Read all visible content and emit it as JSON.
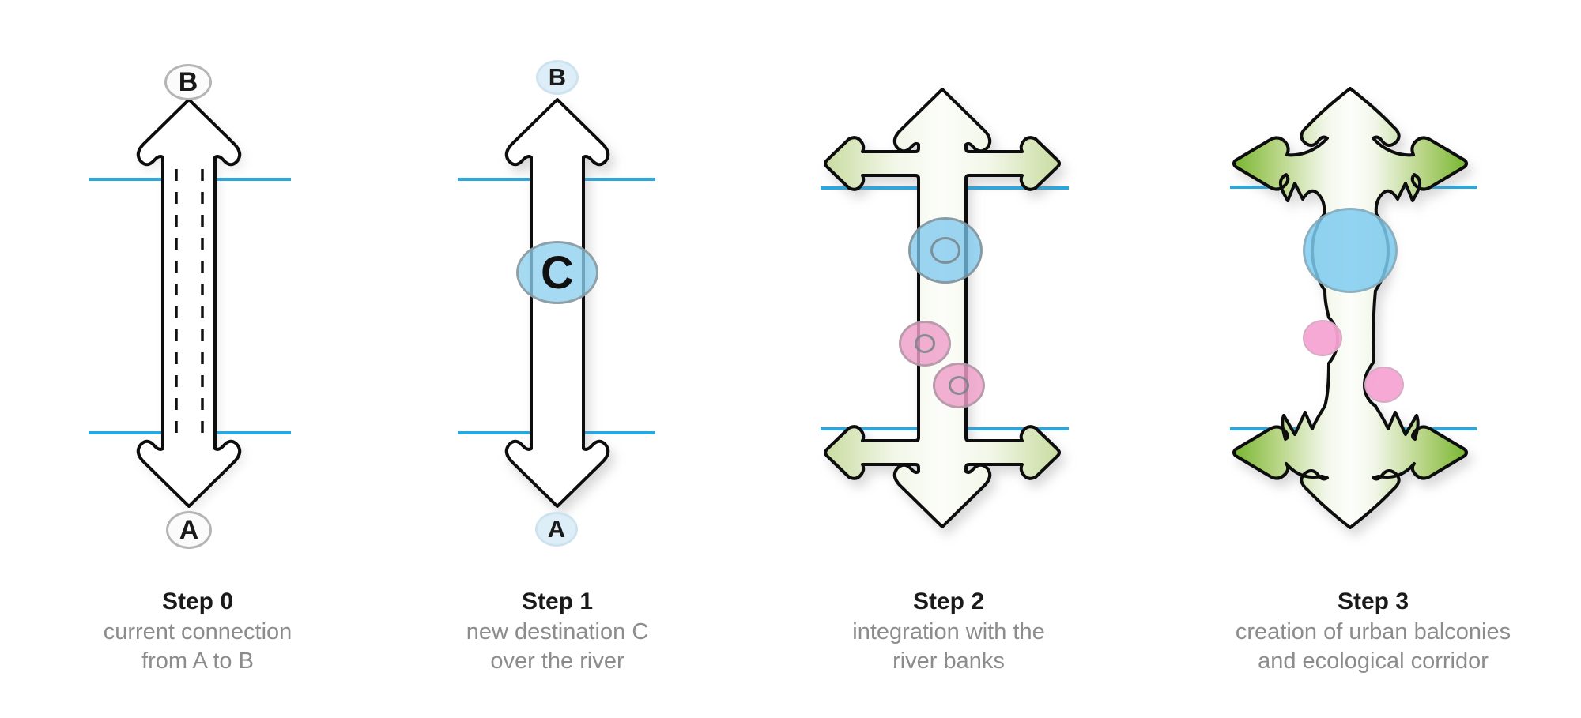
{
  "colors": {
    "river": "#29a8e0",
    "outline": "#0d0d0d",
    "panel3_green_tip": "#c8db9f",
    "panel4_green_tip": "#74b42c",
    "marker_blue": "#7bc7ee",
    "marker_pink": "#ee9ec8",
    "node_gray_border": "#b5b5b5",
    "node_blue_fill": "#ddeef8",
    "title_color": "#1a1a1a",
    "caption_color": "#8c8c8c"
  },
  "panels": [
    {
      "title": "Step 0",
      "caption_line1": "current connection",
      "caption_line2": "from A to B",
      "top_node": "B",
      "bottom_node": "A"
    },
    {
      "title": "Step 1",
      "caption_line1": "new destination C",
      "caption_line2": "over the river",
      "top_node": "B",
      "bottom_node": "A",
      "mid_node": "C"
    },
    {
      "title": "Step 2",
      "caption_line1": "integration with the",
      "caption_line2": "river banks"
    },
    {
      "title": "Step 3",
      "caption_line1": "creation of urban balconies",
      "caption_line2": "and ecological corridor"
    }
  ]
}
